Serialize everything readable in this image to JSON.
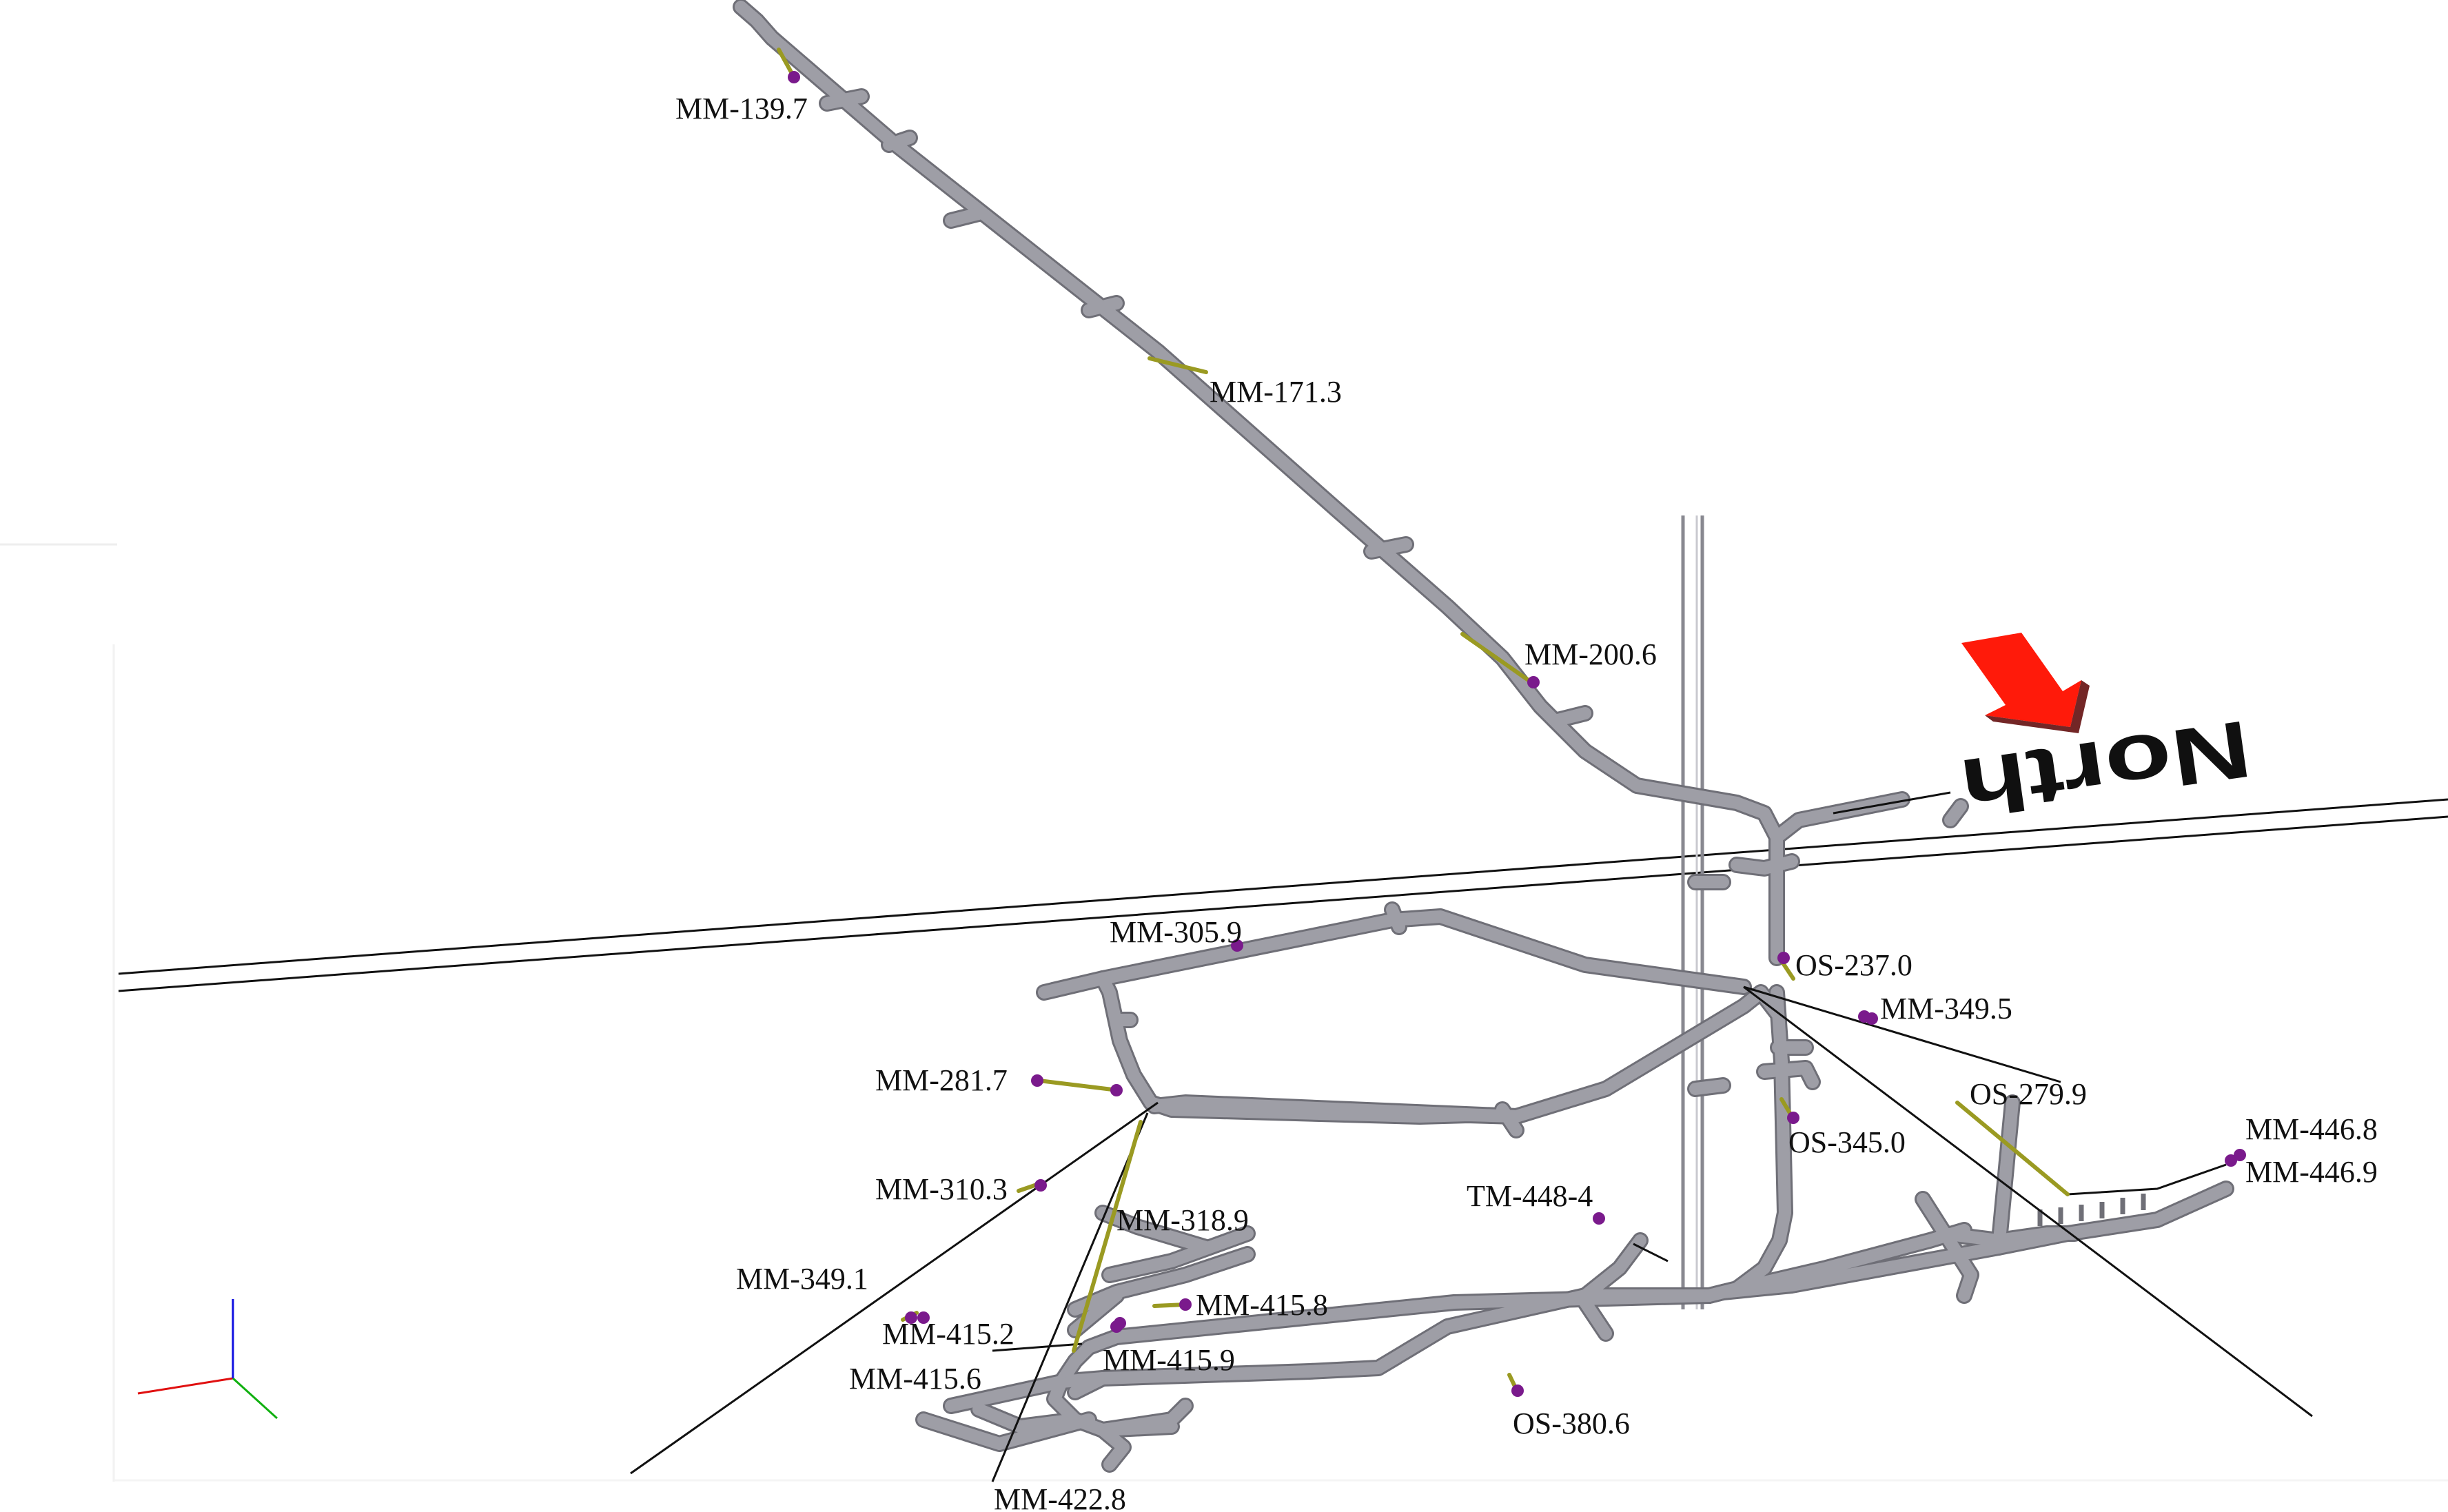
{
  "colors": {
    "tunnel": "#9e9ea6",
    "tunnel_edge": "#6f6f77",
    "borehole": "#9a9a22",
    "sensor": "#7a1a8c",
    "arrow": "#ff1a0a",
    "axis_x": "#e01010",
    "axis_y": "#10b010",
    "axis_z": "#1010e0"
  },
  "compass": {
    "label": "North",
    "arrow_icon": "north-arrow-icon"
  },
  "axis_gizmo": {
    "icon": "xyz-axes-icon"
  },
  "labels": [
    "MM-139.7",
    "MM-171.3",
    "MM-200.6",
    "MM-305.9",
    "OS-237.0",
    "MM-349.5",
    "MM-281.7",
    "OS-279.9",
    "OS-345.0",
    "MM-446.8",
    "MM-446.9",
    "MM-310.3",
    "TM-448-4",
    "MM-318.9",
    "MM-349.1",
    "MM-415.8",
    "MM-415.2",
    "MM-415.9",
    "MM-415.6",
    "OS-380.6",
    "MM-422.8"
  ]
}
